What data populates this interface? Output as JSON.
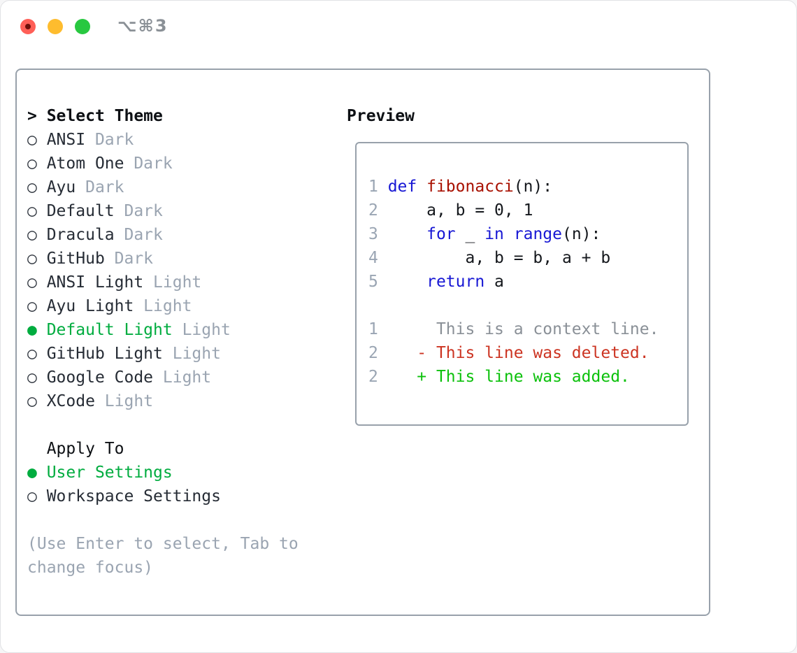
{
  "window": {
    "title": "⌥⌘3"
  },
  "traffic_lights": {
    "close_color": "#ff5f57",
    "close_dot_color": "#6e100a",
    "minimize_color": "#febc2e",
    "zoom_color": "#28c840"
  },
  "theme_panel": {
    "header": {
      "marker": ">",
      "label": "Select Theme"
    },
    "radio_unselected": "○",
    "radio_selected": "●",
    "items": [
      {
        "name": "ANSI",
        "variant": "Dark",
        "selected": false
      },
      {
        "name": "Atom One",
        "variant": "Dark",
        "selected": false
      },
      {
        "name": "Ayu",
        "variant": "Dark",
        "selected": false
      },
      {
        "name": "Default",
        "variant": "Dark",
        "selected": false
      },
      {
        "name": "Dracula",
        "variant": "Dark",
        "selected": false
      },
      {
        "name": "GitHub",
        "variant": "Dark",
        "selected": false
      },
      {
        "name": "ANSI Light",
        "variant": "Light",
        "selected": false
      },
      {
        "name": "Ayu Light",
        "variant": "Light",
        "selected": false
      },
      {
        "name": "Default Light",
        "variant": "Light",
        "selected": true
      },
      {
        "name": "GitHub Light",
        "variant": "Light",
        "selected": false
      },
      {
        "name": "Google Code",
        "variant": "Light",
        "selected": false
      },
      {
        "name": "XCode",
        "variant": "Light",
        "selected": false
      }
    ],
    "apply_to": {
      "label": "Apply To",
      "options": [
        {
          "name": "User Settings",
          "selected": true
        },
        {
          "name": "Workspace Settings",
          "selected": false
        }
      ]
    },
    "hint_lines": [
      "(Use Enter to select, Tab to",
      "change focus)"
    ]
  },
  "preview": {
    "label": "Preview",
    "lines": [
      {
        "num": "1",
        "segments": [
          {
            "text": "def",
            "color": "keyword_blue"
          },
          {
            "text": " ",
            "color": "code_plain"
          },
          {
            "text": "fibonacci",
            "color": "function_red"
          },
          {
            "text": "(n):",
            "color": "code_plain"
          }
        ]
      },
      {
        "num": "2",
        "segments": [
          {
            "text": "    a, b = 0, 1",
            "color": "code_plain"
          }
        ]
      },
      {
        "num": "3",
        "segments": [
          {
            "text": "    ",
            "color": "code_plain"
          },
          {
            "text": "for",
            "color": "keyword_blue"
          },
          {
            "text": " _ ",
            "color": "code_plain"
          },
          {
            "text": "in",
            "color": "keyword_blue"
          },
          {
            "text": " ",
            "color": "code_plain"
          },
          {
            "text": "range",
            "color": "keyword_blue"
          },
          {
            "text": "(n):",
            "color": "code_plain"
          }
        ]
      },
      {
        "num": "4",
        "segments": [
          {
            "text": "        a, b = b, a + b",
            "color": "code_plain"
          }
        ]
      },
      {
        "num": "5",
        "segments": [
          {
            "text": "    ",
            "color": "code_plain"
          },
          {
            "text": "return",
            "color": "keyword_blue"
          },
          {
            "text": " a",
            "color": "code_plain"
          }
        ]
      },
      {
        "num": "",
        "segments": []
      },
      {
        "num": "1",
        "segments": [
          {
            "text": "     This is a context line.",
            "color": "context_gray"
          }
        ]
      },
      {
        "num": "2",
        "segments": [
          {
            "text": "   - This line was deleted.",
            "color": "deleted_red"
          }
        ]
      },
      {
        "num": "2",
        "segments": [
          {
            "text": "   + This line was added.",
            "color": "added_green"
          }
        ]
      }
    ]
  },
  "colors": {
    "header_text": "#0d1014",
    "item_text": "#262c35",
    "marker_dark": "#30363f",
    "muted": "#9aa4b1",
    "selected_green": "#00ac3f",
    "keyword_blue": "#1717d4",
    "function_red": "#a81000",
    "code_plain": "#14171c",
    "line_number": "#9aa5b3",
    "context_gray": "#8a9097",
    "deleted_red": "#cc3422",
    "added_green": "#0cc10c",
    "panel_border": "#98a1ab",
    "title_gray": "#8a9096"
  }
}
